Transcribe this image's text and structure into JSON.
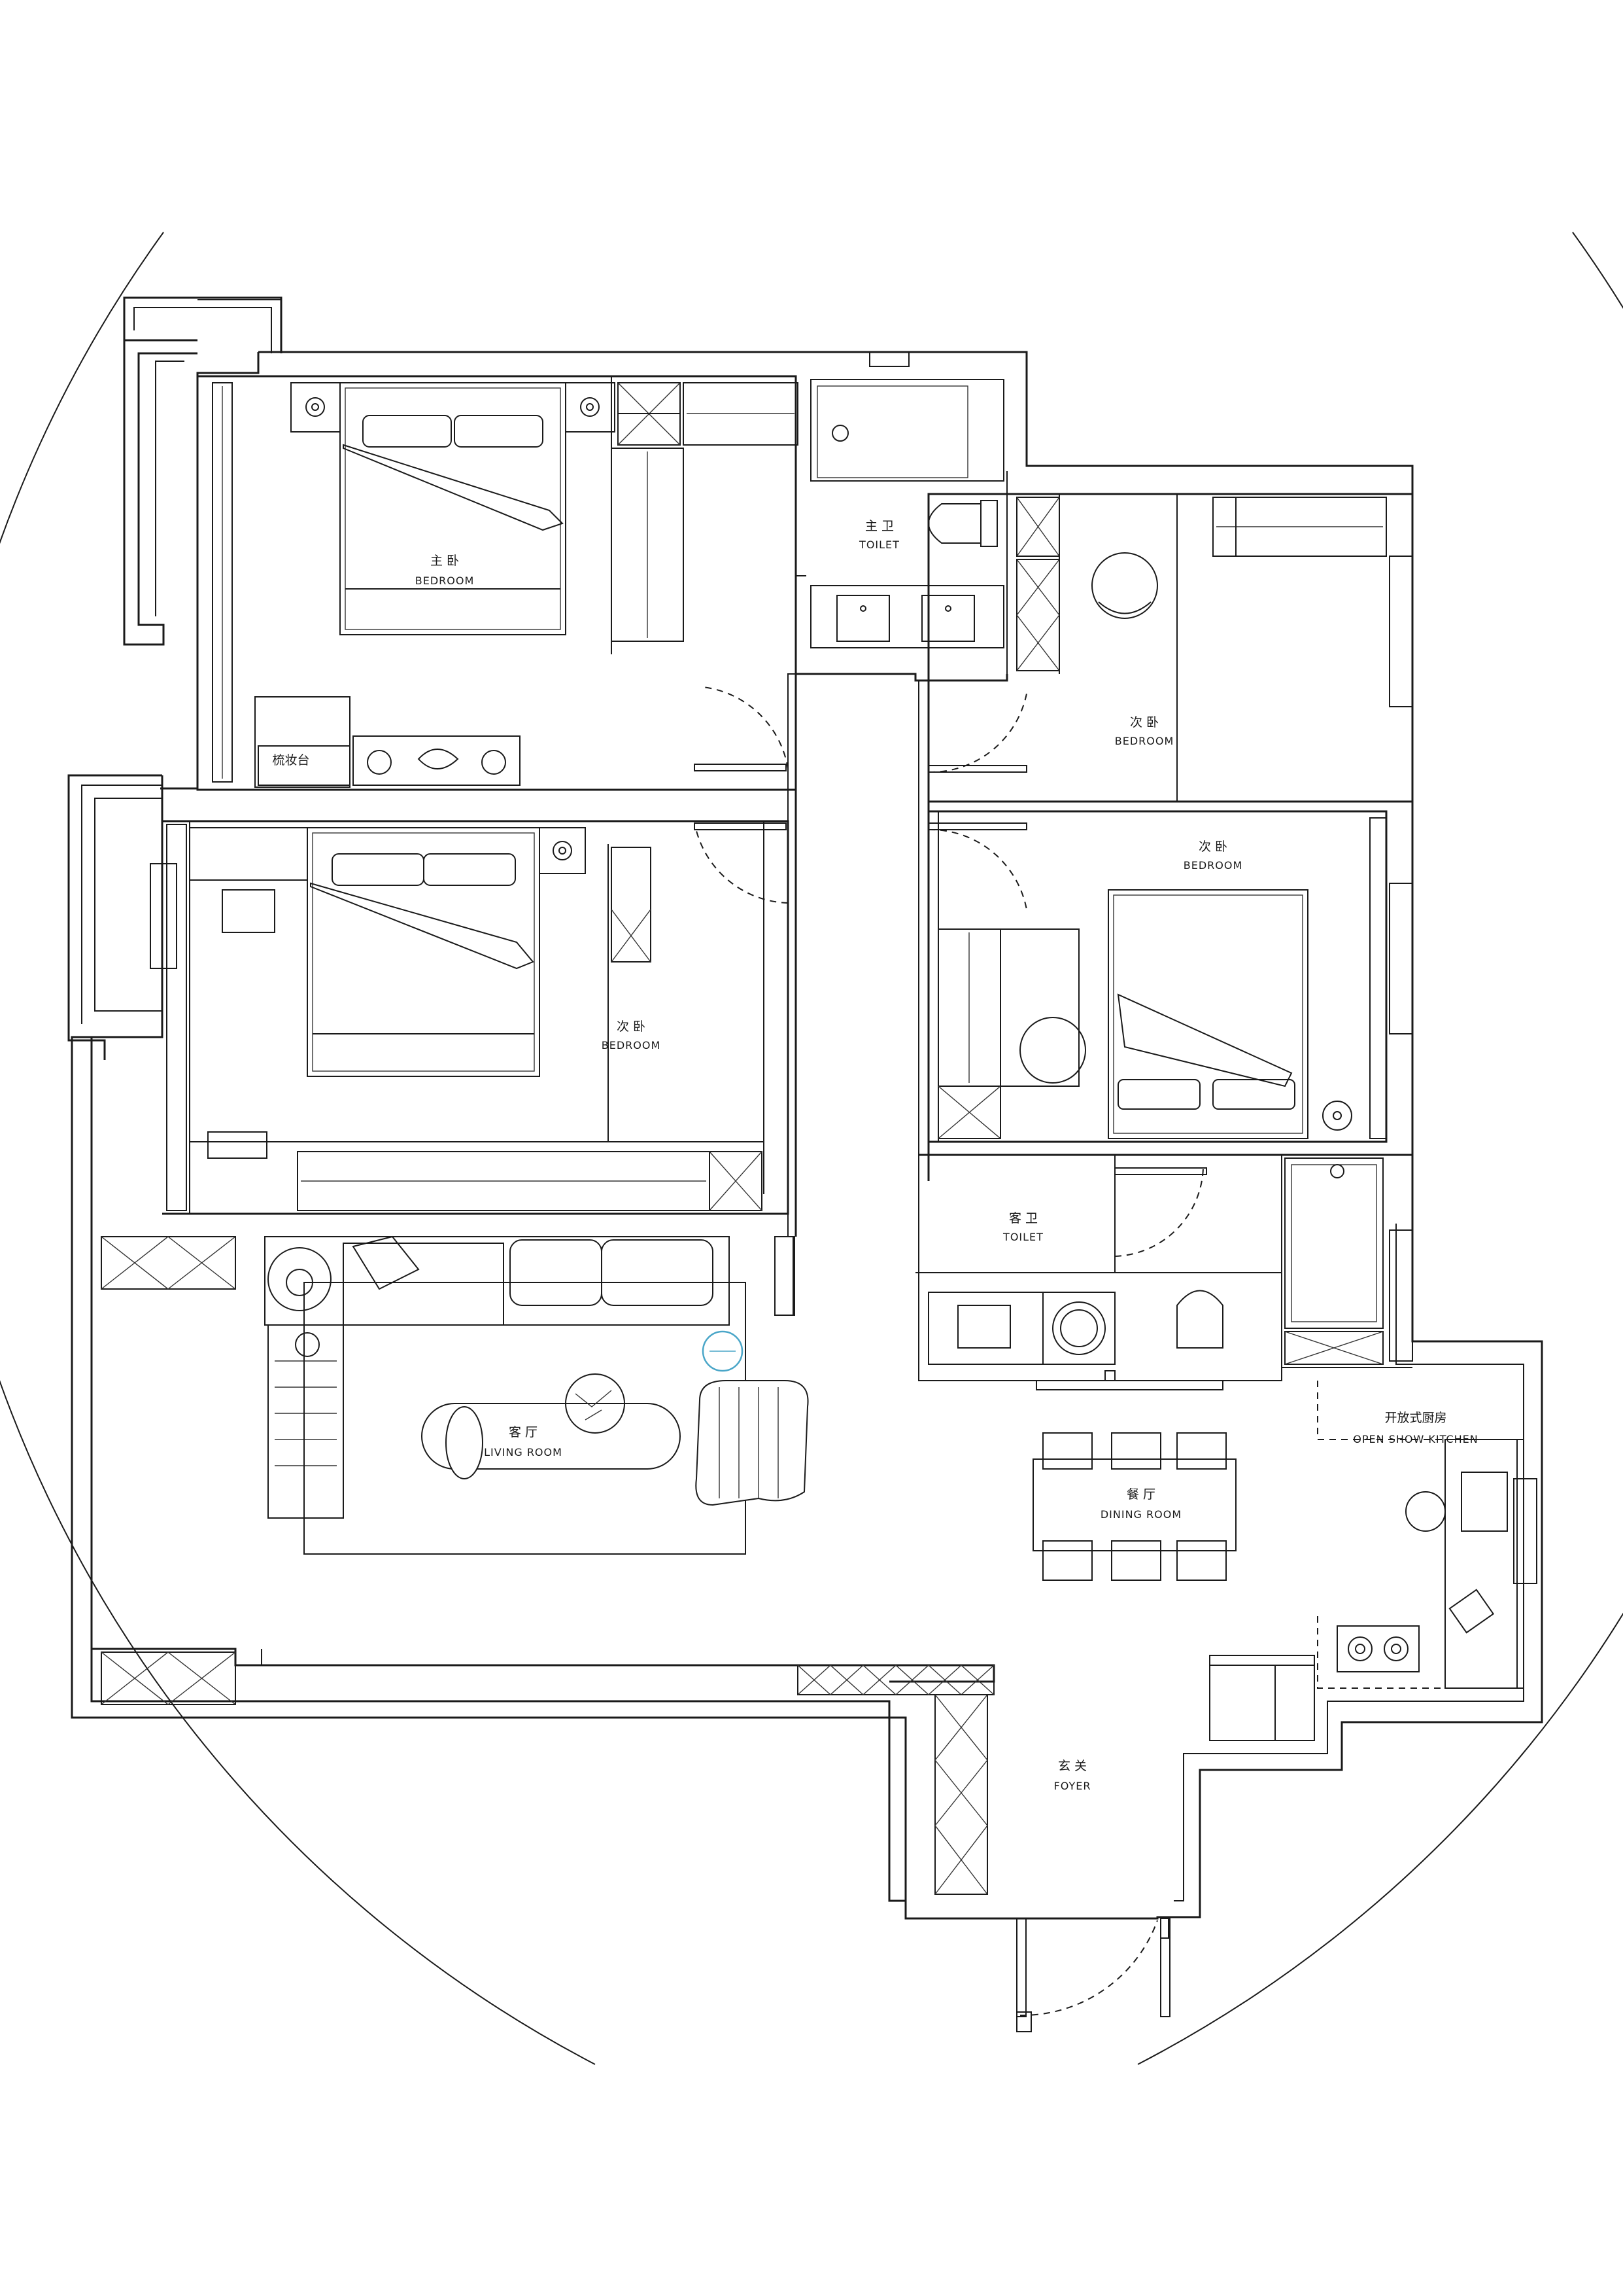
{
  "rooms": {
    "master_bedroom": {
      "cn": "主 卧",
      "en": "BEDROOM"
    },
    "master_toilet": {
      "cn": "主 卫",
      "en": "TOILET"
    },
    "bedroom_ne": {
      "cn": "次 卧",
      "en": "BEDROOM"
    },
    "bedroom_e": {
      "cn": "次 卧",
      "en": "BEDROOM"
    },
    "bedroom_w": {
      "cn": "次 卧",
      "en": "BEDROOM"
    },
    "dressing_table": {
      "cn": "梳妆台"
    },
    "guest_toilet": {
      "cn": "客 卫",
      "en": "TOILET"
    },
    "living_room": {
      "cn": "客 厅",
      "en": "LIVING ROOM"
    },
    "dining_room": {
      "cn": "餐 厅",
      "en": "DINING ROOM"
    },
    "kitchen": {
      "cn": "开放式厨房",
      "en": "OPEN SHOW KITCHEN"
    },
    "foyer": {
      "cn": "玄 关",
      "en": "FOYER"
    }
  },
  "colors": {
    "line": "#1a1a1a",
    "accent_blue": "#4aa6c8"
  }
}
